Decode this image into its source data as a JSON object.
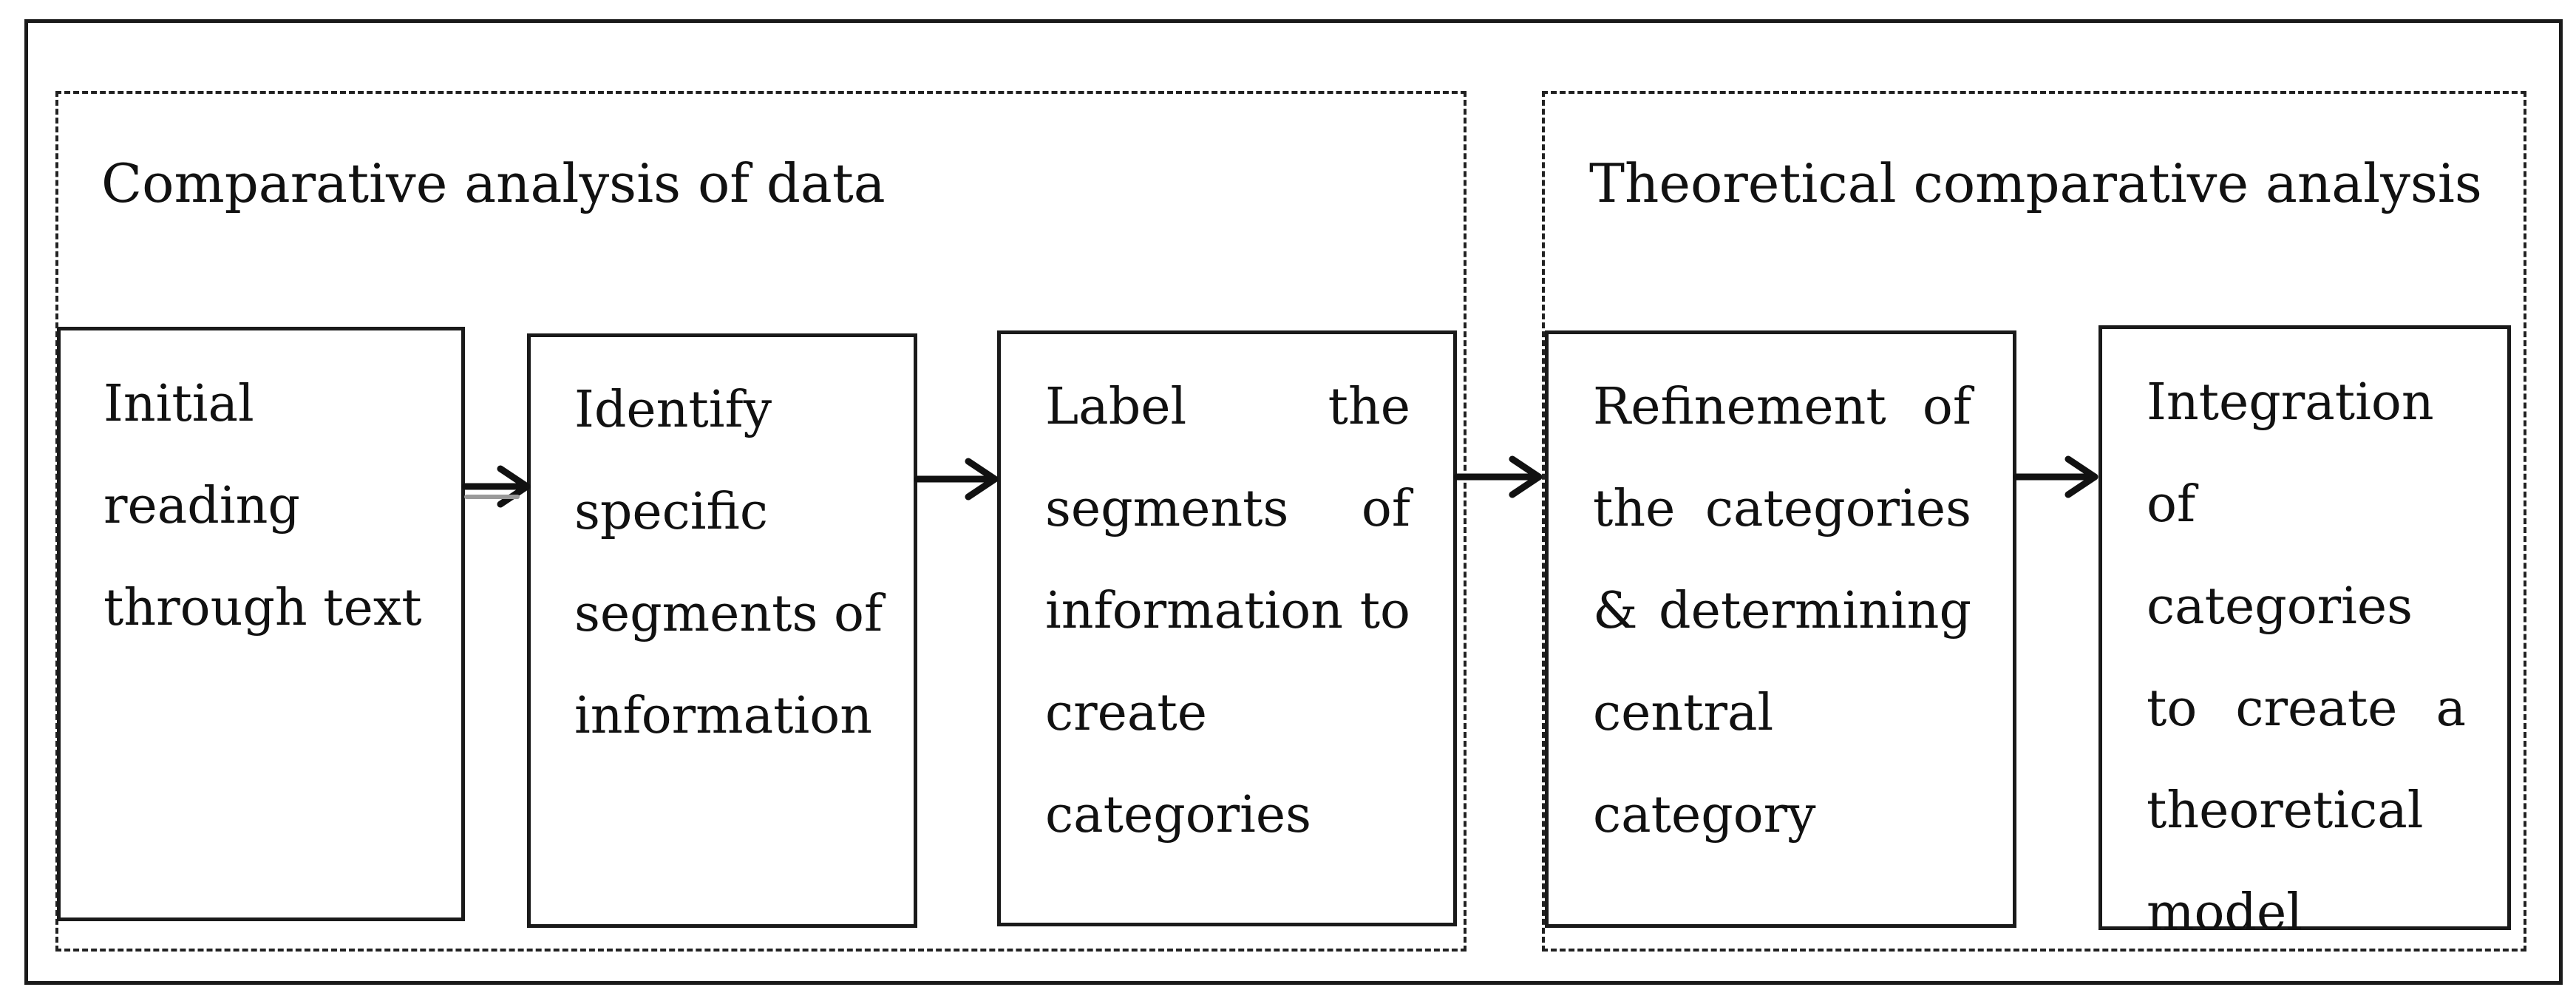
{
  "groups": [
    {
      "title": "Comparative analysis of data"
    },
    {
      "title": "Theoretical comparative analysis"
    }
  ],
  "boxes": [
    {
      "lines": [
        "Initial",
        "reading",
        "through text"
      ]
    },
    {
      "lines": [
        "Identify",
        "specific",
        "segments of",
        "information"
      ]
    },
    {
      "lines": [
        "Label the",
        "segments of",
        "information to",
        "create",
        "categories"
      ]
    },
    {
      "lines": [
        "Refinement of",
        "the categories",
        "& determining",
        "central",
        "category"
      ]
    },
    {
      "lines": [
        "Integration",
        "of categories",
        "to create a",
        "theoretical",
        "model"
      ]
    }
  ]
}
